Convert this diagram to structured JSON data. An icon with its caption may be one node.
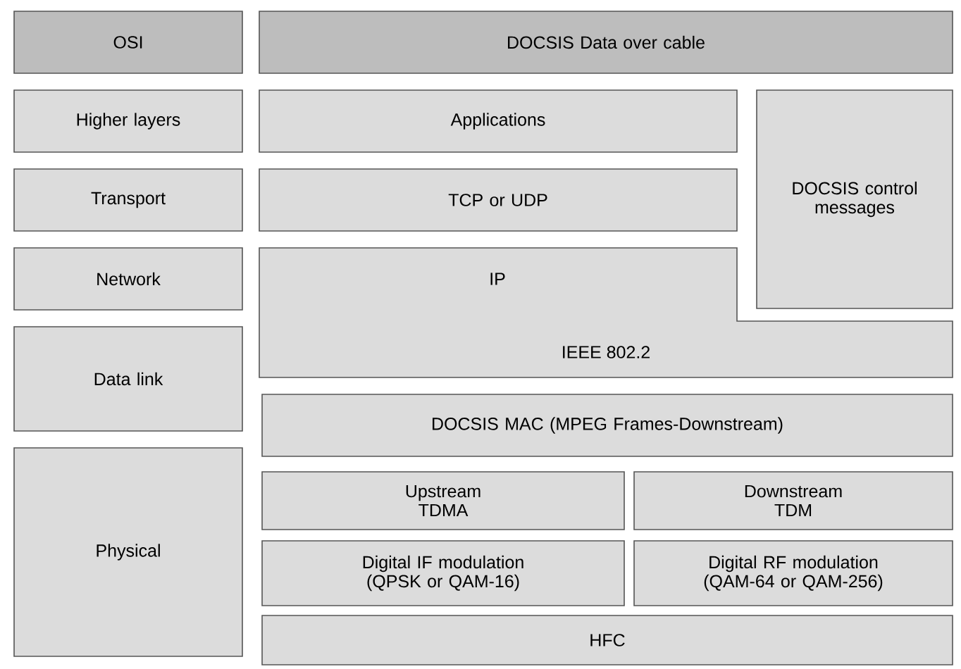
{
  "diagram": {
    "nodes": [
      {
        "text": [
          "OSI"
        ]
      },
      {
        "text": [
          "DOCSIS Data over cable"
        ]
      },
      {
        "text": [
          "Higher layers"
        ]
      },
      {
        "text": [
          "Applications"
        ]
      },
      {
        "text": [
          "DOCSIS control messages"
        ]
      },
      {
        "text": [
          "Transport"
        ]
      },
      {
        "text": [
          "TCP or UDP"
        ]
      },
      {
        "text": [
          "Network"
        ]
      },
      {
        "text": [
          "IP",
          "IEEE 802.2"
        ]
      },
      {
        "text": [
          "Data link"
        ]
      },
      {
        "text": [
          "DOCSIS MAC (MPEG Frames-Downstream)"
        ]
      },
      {
        "text": [
          "Physical"
        ]
      },
      {
        "text": [
          "Upstream TDMA"
        ]
      },
      {
        "text": [
          "Downstream TDM"
        ]
      },
      {
        "text": [
          "Digital IF modulation (QPSK or QAM-16)"
        ]
      },
      {
        "text": [
          "Digital RF modulation (QAM-64 or QAM-256)"
        ]
      },
      {
        "text": [
          "HFC"
        ]
      }
    ]
  }
}
